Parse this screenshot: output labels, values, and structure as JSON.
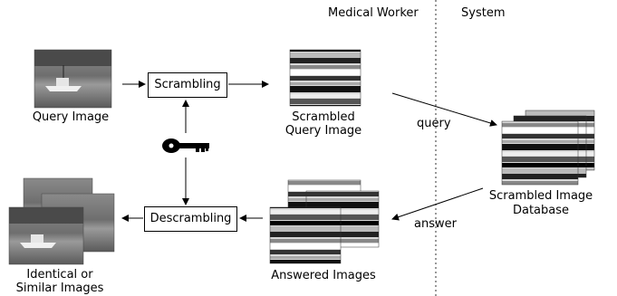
{
  "header": {
    "left_section": "Medical Worker",
    "right_section": "System"
  },
  "nodes": {
    "query_image": "Query Image",
    "scrambling": "Scrambling",
    "scrambled_query": [
      "Scrambled",
      "Query Image"
    ],
    "database": [
      "Scrambled Image",
      "Database"
    ],
    "descrambling": "Descrambling",
    "answered": "Answered Images",
    "similar": [
      "Identical or",
      "Similar Images"
    ]
  },
  "edges": {
    "query": "query",
    "answer": "answer"
  },
  "icons": {
    "key": "key-icon"
  },
  "colors": {
    "line": "#000000",
    "divider": "#555555"
  }
}
